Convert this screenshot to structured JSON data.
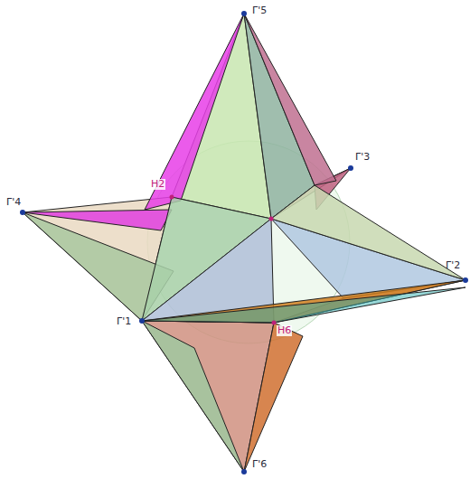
{
  "diagram": {
    "labels": [
      "Γ'5",
      "Γ'3",
      "Γ'4",
      "H2",
      "Γ'2",
      "Γ'1",
      "H6",
      "Γ'6"
    ]
  }
}
